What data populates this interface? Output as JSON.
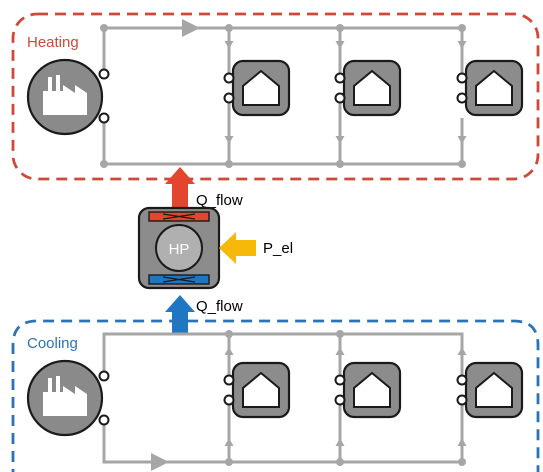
{
  "heating": {
    "label": "Heating",
    "color": "#d0483a"
  },
  "cooling": {
    "label": "Cooling",
    "color": "#2b73b6"
  },
  "heat_pump": {
    "label": "HP"
  },
  "flows": {
    "upper": "Q_flow",
    "lower": "Q_flow",
    "power": "P_el"
  },
  "colors": {
    "pipe": "#a6a6a6",
    "device": "#888888",
    "device_dark": "#1a1a1a",
    "plant": "#8a8a8a",
    "heat_arrow": "#e3452d",
    "cold_arrow": "#1f77c4",
    "power_arrow": "#f6b90a",
    "hp_body": "#8c8c8c",
    "hp_core": "#b0b0b0"
  },
  "icons": {
    "plant": "factory-icon",
    "building": "house-icon",
    "heat_pump": "heat-pump-icon"
  }
}
